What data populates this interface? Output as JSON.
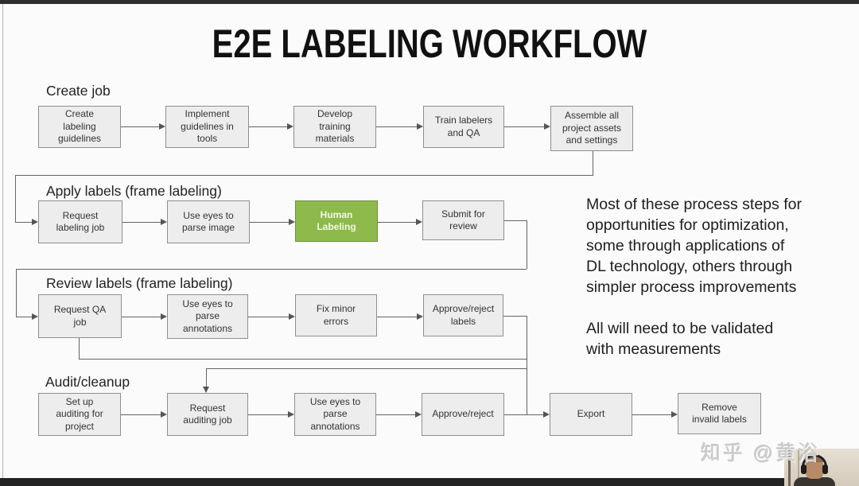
{
  "title": "E2E LABELING WORKFLOW",
  "sections": [
    {
      "label": "Create job",
      "boxes": [
        "Create\nlabeling\nguidelines",
        "Implement\nguidelines in\ntools",
        "Develop\ntraining\nmaterials",
        "Train labelers\nand QA",
        "Assemble all\nproject assets\nand settings"
      ]
    },
    {
      "label": "Apply labels (frame labeling)",
      "boxes": [
        "Request\nlabeling job",
        "Use eyes to\nparse image",
        "Human\nLabeling",
        "Submit for\nreview"
      ]
    },
    {
      "label": "Review labels (frame labeling)",
      "boxes": [
        "Request QA\njob",
        "Use eyes to\nparse\nannotations",
        "Fix minor\nerrors",
        "Approve/reject\nlabels"
      ]
    },
    {
      "label": "Audit/cleanup",
      "boxes": [
        "Set up\nauditing for\nproject",
        "Request\nauditing job",
        "Use eyes to\nparse\nannotations",
        "Approve/reject",
        "Export",
        "Remove\ninvalid labels"
      ]
    }
  ],
  "notes": {
    "para1": "Most of these process steps for\nopportunities for optimization,\nsome through applications of\nDL technology, others through\nsimpler process improvements",
    "para2": "All will need to be validated\nwith measurements"
  },
  "watermark": "知乎 @黄浴",
  "colors": {
    "highlight_box": "#8dba4b",
    "highlight_border": "#6d9338",
    "box_fill": "#ededed",
    "box_border": "#8f8f8f",
    "connector": "#646464",
    "top_bar": "#2e2e2e",
    "bottom_bar": "#232323"
  }
}
